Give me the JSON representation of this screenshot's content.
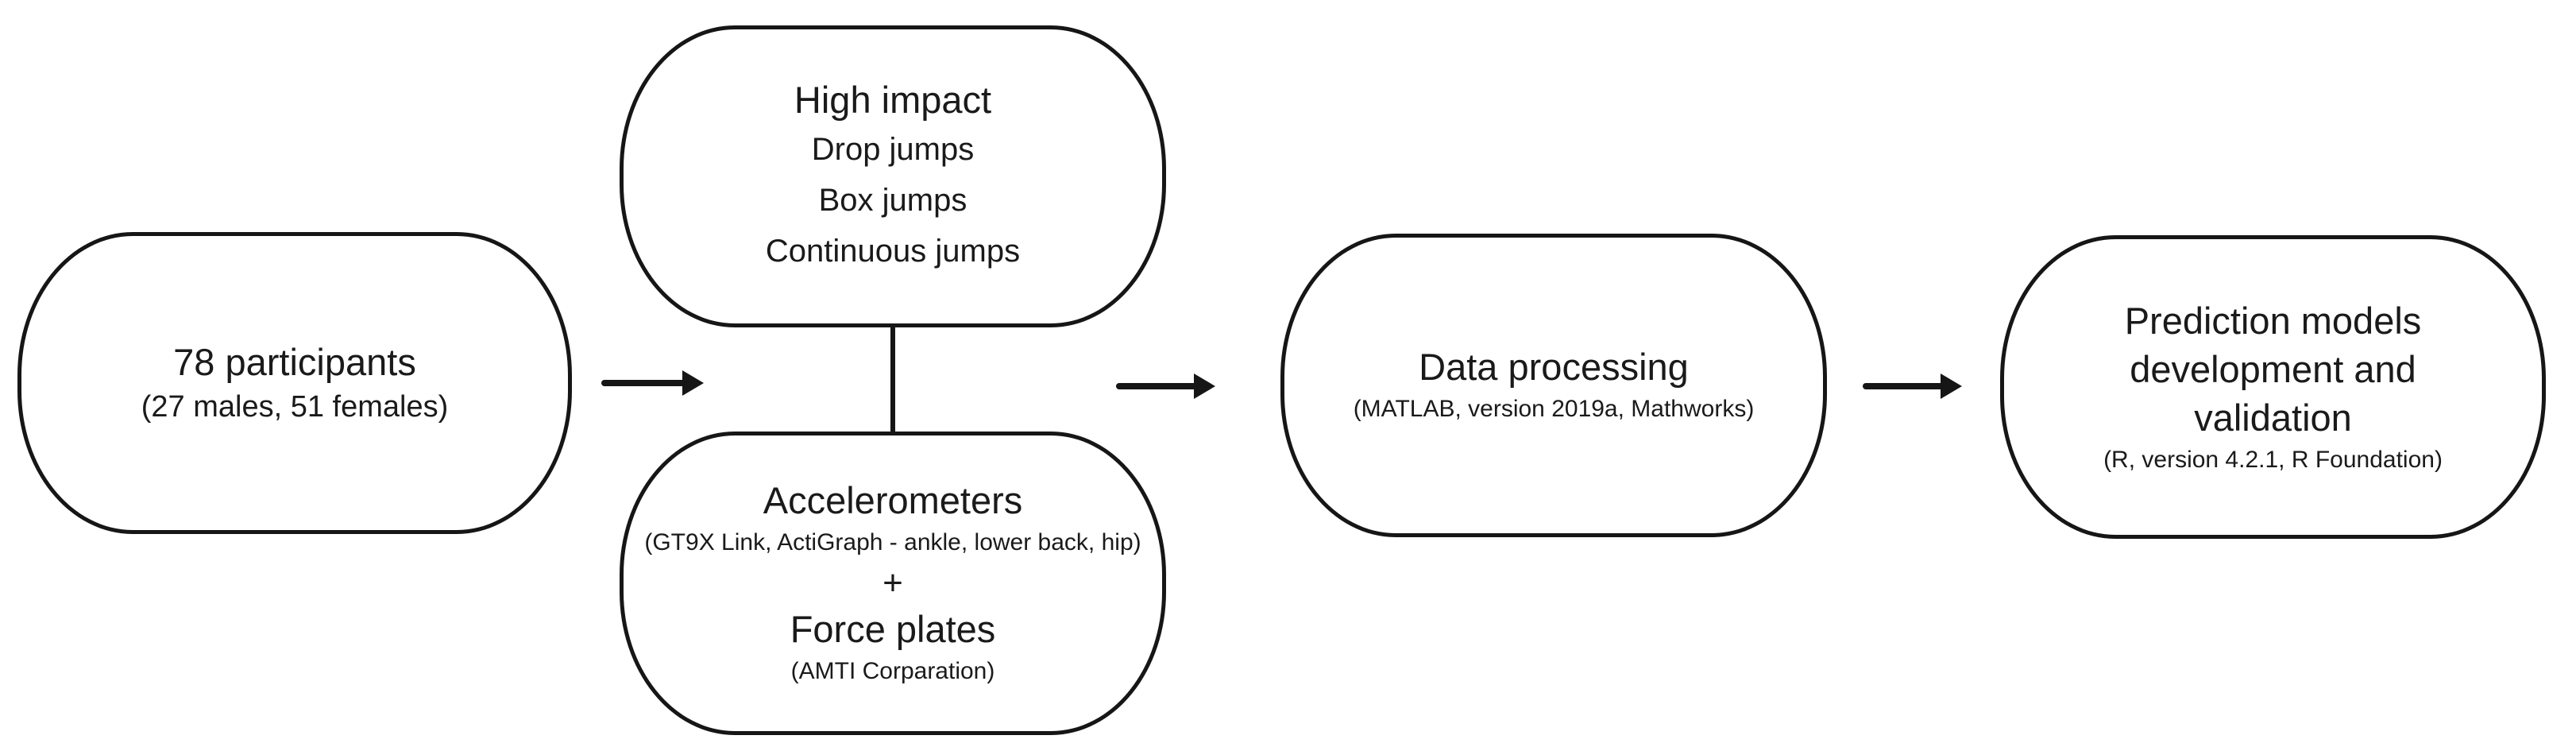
{
  "figure_type": "study-flowchart",
  "colors": {
    "background": "#ffffff",
    "ink": "#161616",
    "text": "#1a1a1a"
  },
  "nodes": {
    "participants": {
      "title": "78 participants",
      "subtitle": "(27 males, 51 females)"
    },
    "high_impact": {
      "title": "High impact",
      "items": [
        "Drop jumps",
        "Box jumps",
        "Continuous jumps"
      ]
    },
    "equipment": {
      "title": "Accelerometers",
      "subtitle": "(GT9X Link, ActiGraph - ankle, lower back, hip)",
      "joiner": "+",
      "title2": "Force plates",
      "subtitle2": "(AMTI Corparation)"
    },
    "data_processing": {
      "title": "Data processing",
      "subtitle": "(MATLAB, version 2019a, Mathworks)"
    },
    "prediction": {
      "title_lines": [
        "Prediction models",
        "development and",
        "validation"
      ],
      "subtitle": "(R, version 4.2.1, R Foundation)"
    }
  },
  "connectors": {
    "arrow_participants_to_protocol": "right-arrow",
    "arrow_protocol_to_processing": "right-arrow",
    "arrow_processing_to_models": "right-arrow",
    "line_highimpact_to_equipment": "plain-line"
  }
}
